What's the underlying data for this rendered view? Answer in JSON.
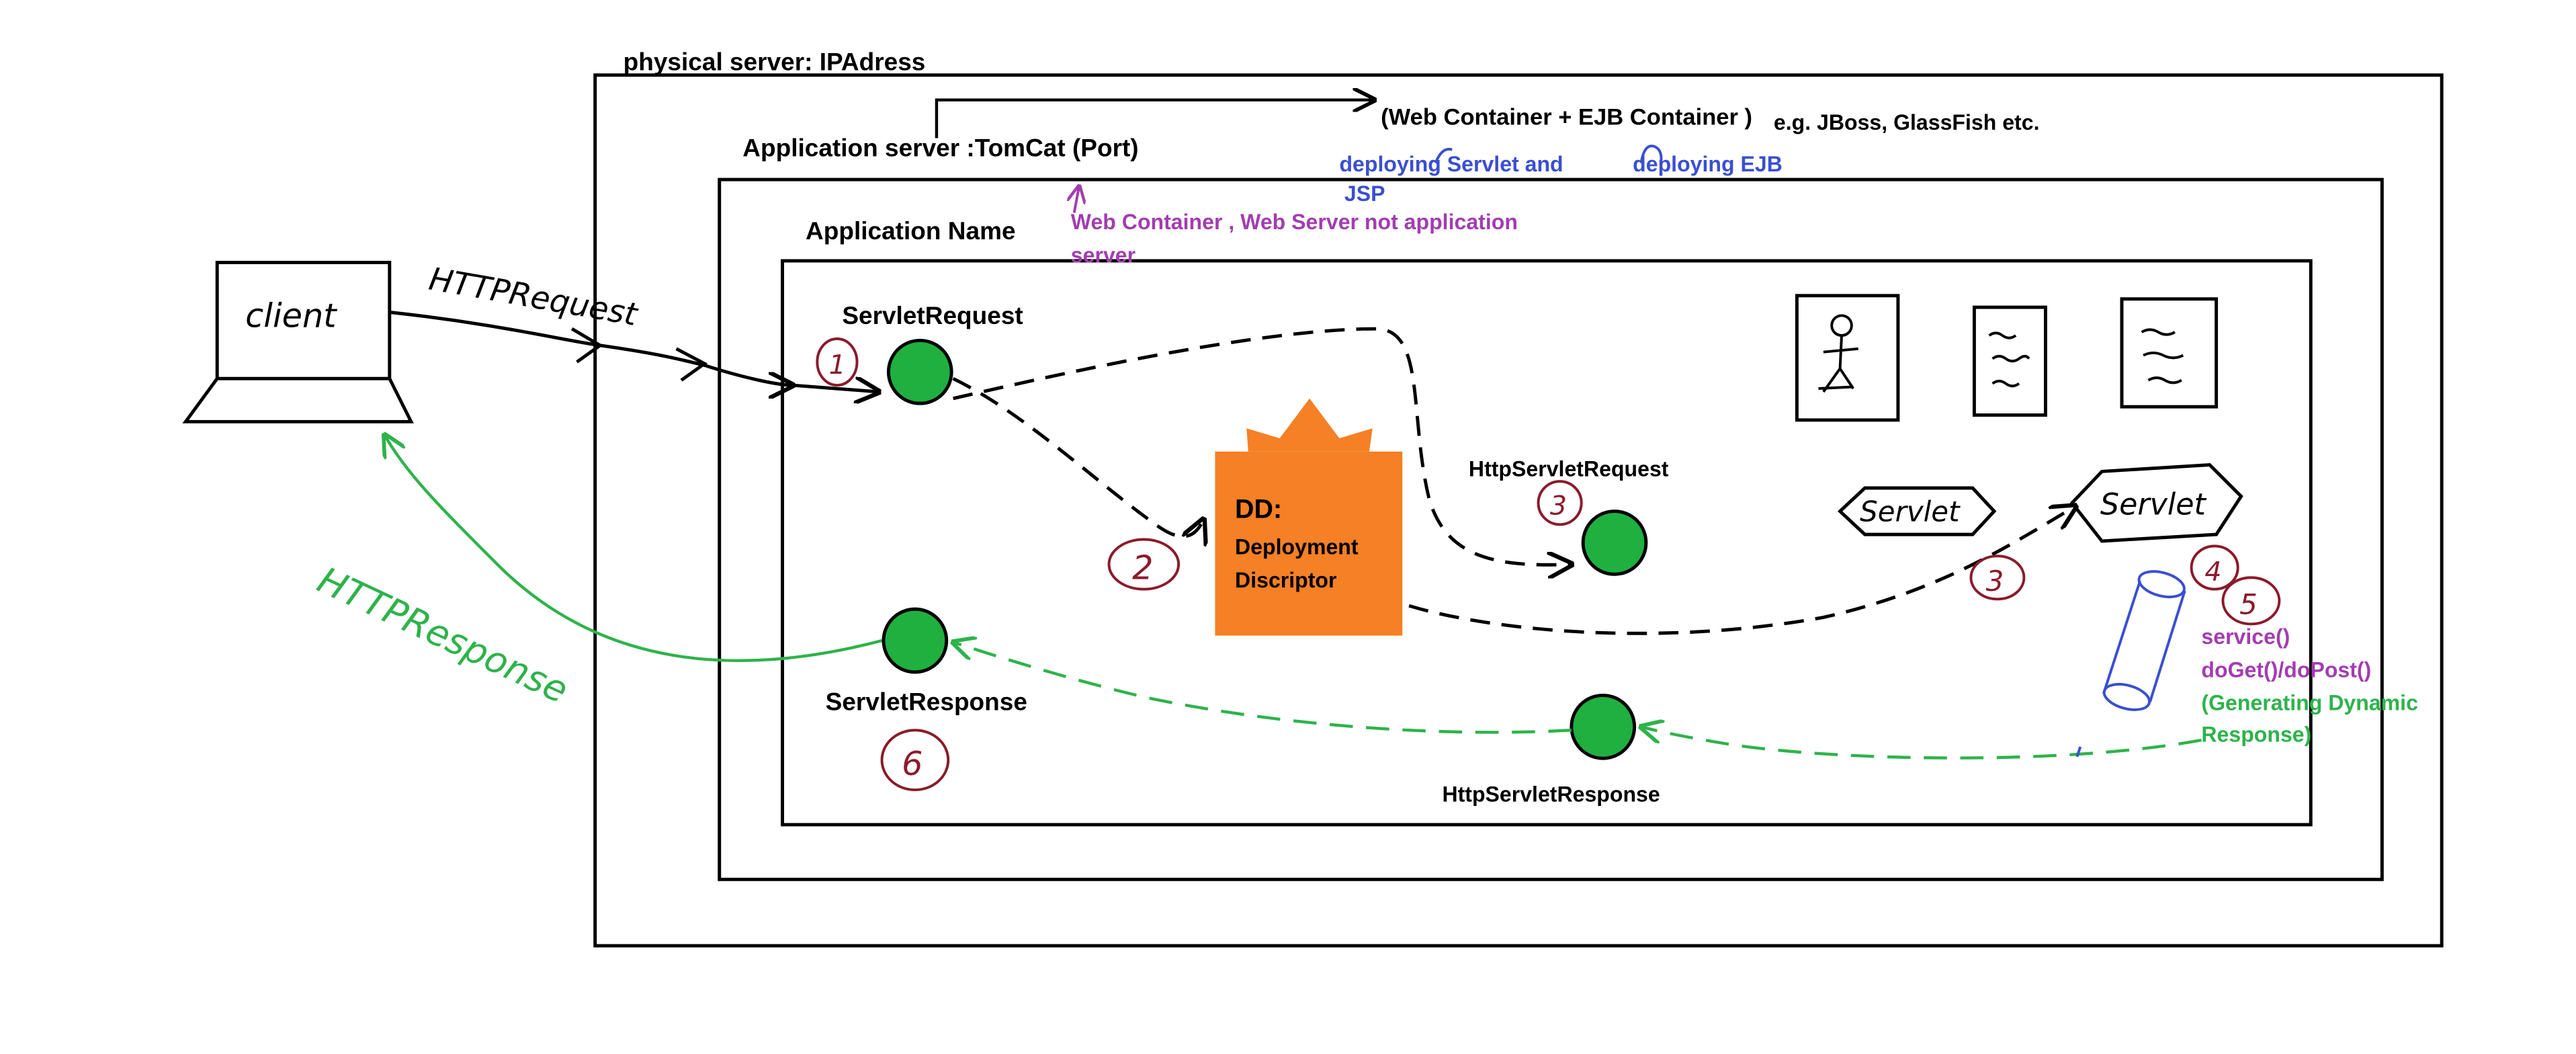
{
  "colors": {
    "ink": "#000000",
    "green": "#2db34a",
    "greenNode": "#1fb040",
    "maroon": "#8b1a2b",
    "orange": "#f58025",
    "purple": "#a23db0",
    "blue": "#3a4fd1"
  },
  "labels": {
    "physical_server": "physical server: IPAdress",
    "app_server": "Application server :TomCat (Port)",
    "containers": "(Web Container + EJB Container )",
    "examples": "e.g. JBoss, GlassFish etc.",
    "deploy_servlet_line1": "deploying Servlet and",
    "deploy_servlet_line2": "JSP",
    "deploy_ejb": "deploying EJB",
    "web_container_note_line1": "Web Container , Web Server not application",
    "web_container_note_line2": "server",
    "app_name": "Application Name",
    "client": "client",
    "http_request": "HTTPRequest",
    "http_response": "HTTPResponse",
    "servlet_request": "ServletRequest",
    "servlet_response": "ServletResponse",
    "http_servlet_request": "HttpServletRequest",
    "http_servlet_response": "HttpServletResponse",
    "dd_title": "DD:",
    "dd_line1": "Deployment",
    "dd_line2": "Discriptor",
    "servlet_a": "Servlet",
    "servlet_b": "Servlet",
    "service": "service()",
    "do_get_post": "doGet()/doPost()",
    "generating_line1": "(Generating Dynamic",
    "generating_line2": "Response)",
    "step1": "1",
    "step2": "2",
    "step3a": "3",
    "step3b": "3",
    "step4": "4",
    "step5": "5",
    "step6": "6"
  }
}
